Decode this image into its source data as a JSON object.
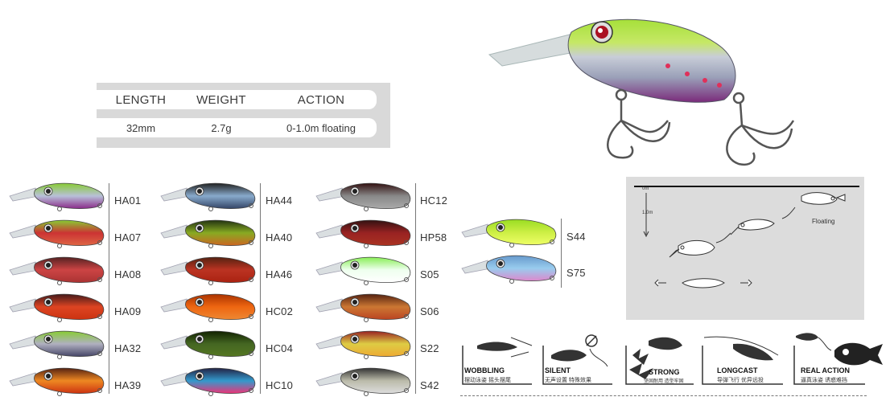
{
  "spec": {
    "headers": [
      "LENGTH",
      "WEIGHT",
      "ACTION"
    ],
    "values": [
      "32mm",
      "2.7g",
      "0-1.0m floating"
    ]
  },
  "colors": {
    "panel_gray": "#d9d9d9",
    "diagram_gray": "#dcdcdc"
  },
  "swatches": [
    {
      "code": "HA01",
      "body": "#b8c0d8",
      "back": "#88cc33",
      "belly": "#8a2b8a"
    },
    {
      "code": "HA07",
      "body": "#cc3333",
      "back": "#88cc33",
      "belly": "#dd6644"
    },
    {
      "code": "HA08",
      "body": "#cc4444",
      "back": "#552222",
      "belly": "#aa3333"
    },
    {
      "code": "HA09",
      "body": "#dd4422",
      "back": "#441a1a",
      "belly": "#cc3311"
    },
    {
      "code": "HA32",
      "body": "#b0b0c0",
      "back": "#88cc33",
      "belly": "#444466"
    },
    {
      "code": "HA39",
      "body": "#ee8822",
      "back": "#552211",
      "belly": "#cc3311"
    },
    {
      "code": "HA44",
      "body": "#88aacc",
      "back": "#222222",
      "belly": "#334466"
    },
    {
      "code": "HA40",
      "body": "#88aa22",
      "back": "#223311",
      "belly": "#cc6622"
    },
    {
      "code": "HA46",
      "body": "#bb3322",
      "back": "#552211",
      "belly": "#aa2211"
    },
    {
      "code": "HC02",
      "body": "#ee6611",
      "back": "#aa3300",
      "belly": "#ee8833"
    },
    {
      "code": "HC04",
      "body": "#446622",
      "back": "#112200",
      "belly": "#557722"
    },
    {
      "code": "HC10",
      "body": "#3399cc",
      "back": "#222244",
      "belly": "#ee3377"
    },
    {
      "code": "HC12",
      "body": "#888888",
      "back": "#331111",
      "belly": "#aaaaaa"
    },
    {
      "code": "HP58",
      "body": "#992222",
      "back": "#331111",
      "belly": "#aa3322"
    },
    {
      "code": "S05",
      "body": "#eeffee",
      "back": "#88ee55",
      "belly": "#ffffff"
    },
    {
      "code": "S06",
      "body": "#cc7733",
      "back": "#552211",
      "belly": "#bb4422"
    },
    {
      "code": "S22",
      "body": "#ddcc44",
      "back": "#992222",
      "belly": "#eeaa33"
    },
    {
      "code": "S42",
      "body": "#bbbbaa",
      "back": "#333333",
      "belly": "#dddddd"
    },
    {
      "code": "S44",
      "body": "#ccee44",
      "back": "#99dd22",
      "belly": "#eeff66"
    },
    {
      "code": "S75",
      "body": "#99ccee",
      "back": "#6699cc",
      "belly": "#dd88cc"
    }
  ],
  "diagram": {
    "depth_top": "0m",
    "depth_bottom": "1.0m",
    "floating": "Floating"
  },
  "features": [
    {
      "label": "WOBBLING",
      "sub": "摆动泳姿 摇头摆尾"
    },
    {
      "label": "SILENT",
      "sub": "无声设置 特殊效果"
    },
    {
      "label": "STRONG",
      "sub": "坚固耐用 造型牢固"
    },
    {
      "label": "LONGCAST",
      "sub": "导弹飞行 优异远投"
    },
    {
      "label": "REAL ACTION",
      "sub": "逼真泳姿 诱惑难挡"
    }
  ]
}
